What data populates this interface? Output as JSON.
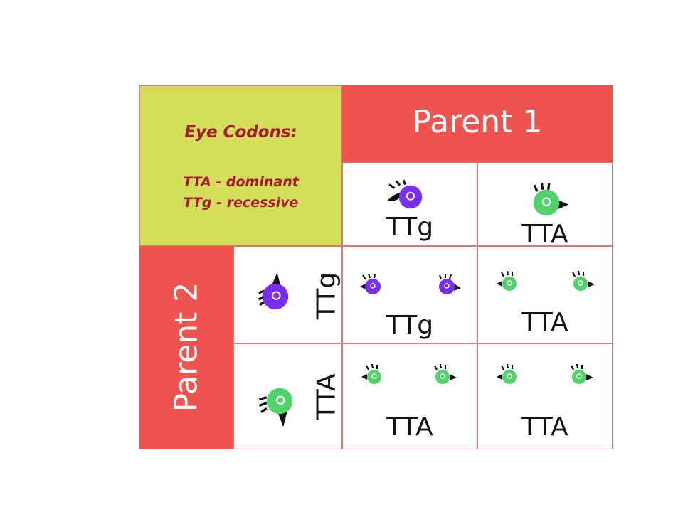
{
  "legend": {
    "title": "Eye Codons:",
    "line1": "TTA - dominant",
    "line2": "TTg - recessive"
  },
  "parent1": {
    "label": "Parent 1",
    "genotypes": [
      "TTg",
      "TTA"
    ]
  },
  "parent2": {
    "label": "Parent 2",
    "genotypes": [
      "TTg",
      "TTA"
    ]
  },
  "offspring": [
    [
      "TTg",
      "TTA"
    ],
    [
      "TTA",
      "TTA"
    ]
  ],
  "colors": {
    "header_red": "#ef5350",
    "legend_yellow": "#d4de5a",
    "legend_text": "#a31d2c",
    "eye_purple": "#7a2cf0",
    "eye_green": "#52d26b"
  }
}
